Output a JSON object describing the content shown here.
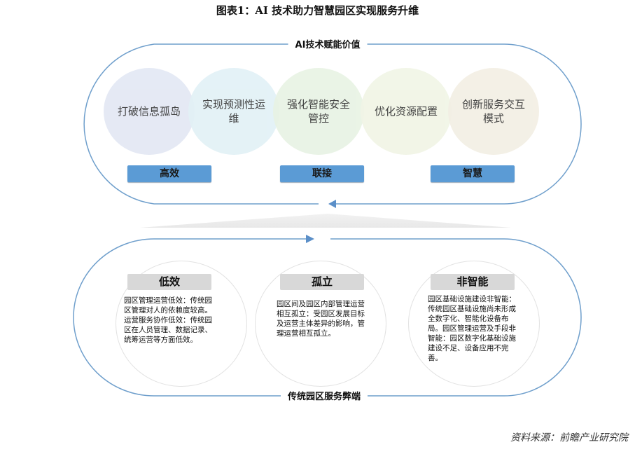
{
  "title": "图表1：AI 技术助力智慧园区实现服务升维",
  "top_section": {
    "label": "AI技术赋能价值",
    "circles": [
      {
        "text": "打破信息孤岛",
        "color": "#e3e8f4"
      },
      {
        "text": "实现预测性运维",
        "color": "#e2f1f6"
      },
      {
        "text": "强化智能安全管控",
        "color": "#e8f3e4"
      },
      {
        "text": "优化资源配置",
        "color": "#f1f5e6"
      },
      {
        "text": "创新服务交互模式",
        "color": "#f3efe4"
      }
    ],
    "tags": [
      "高效",
      "联接",
      "智慧"
    ],
    "accent": "#5b9bd5"
  },
  "bottom_section": {
    "label": "传统园区服务弊端",
    "items": [
      {
        "heading": "低效",
        "lines": [
          "园区管理运营低效：传统园区管理对人的依赖度较高。",
          "运营服务协作低效：传统园区在人员管理、数据记录、统筹运营等方面低效。"
        ]
      },
      {
        "heading": "孤立",
        "lines": [
          "园区间及园区内部管理运营相互孤立：受园区发展目标及运营主体差异的影响，管理运营相互孤立。"
        ]
      },
      {
        "heading": "非智能",
        "lines": [
          "园区基础设施建设非智能：传统园区基础设施尚未形成全数字化、智能化设备布局。园区管理运营及手段非智能：园区数字化基础设施建设不足、设备应用不完善。"
        ]
      }
    ]
  },
  "source": "资料来源：前瞻产业研究院"
}
